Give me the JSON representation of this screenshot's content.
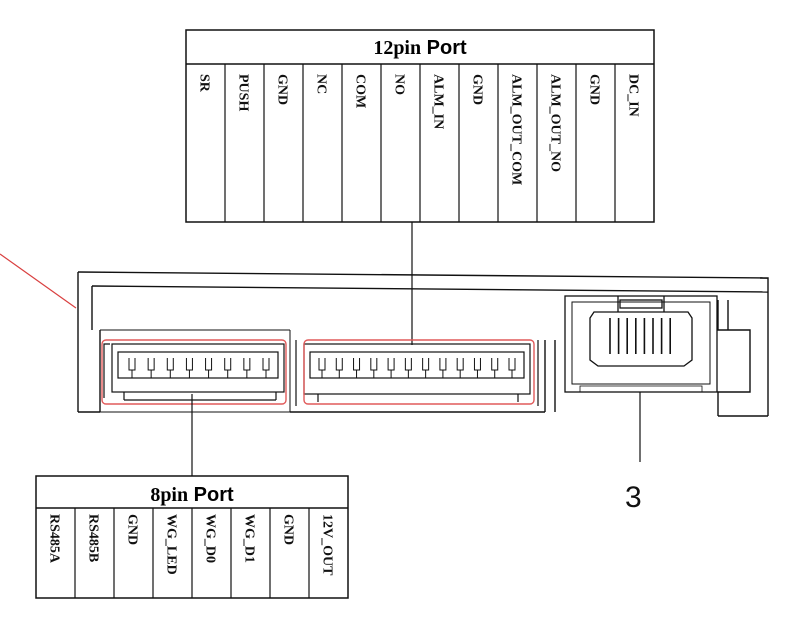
{
  "port12": {
    "title_a": "12pin",
    "title_b": " Port",
    "pins": [
      "SR",
      "PUSH",
      "GND",
      "NC",
      "COM",
      "NO",
      "ALM_IN",
      "GND",
      "ALM_OUT_COM",
      "ALM_OUT_NO",
      "GND",
      "DC_IN"
    ]
  },
  "port8": {
    "title_a": "8pin",
    "title_b": " Port",
    "pins": [
      "RS485A",
      "RS485B",
      "GND",
      "WG_LED",
      "WG_D0",
      "WG_D1",
      "GND",
      "12V_OUT"
    ]
  },
  "callout": {
    "number": "3"
  },
  "colors": {
    "line": "#111111",
    "highlight": "#e05a5a",
    "accent_line": "#d94040"
  }
}
